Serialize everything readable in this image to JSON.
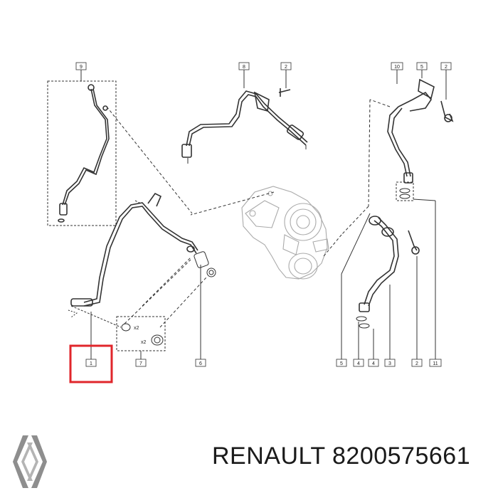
{
  "callouts": [
    {
      "id": "c9",
      "label": "9"
    },
    {
      "id": "c8",
      "label": "8"
    },
    {
      "id": "c2a",
      "label": "2"
    },
    {
      "id": "c10",
      "label": "10"
    },
    {
      "id": "c5a",
      "label": "5"
    },
    {
      "id": "c2b",
      "label": "2"
    },
    {
      "id": "c1",
      "label": "1"
    },
    {
      "id": "c7",
      "label": "7"
    },
    {
      "id": "c6",
      "label": "6"
    },
    {
      "id": "c5b",
      "label": "5"
    },
    {
      "id": "c4a",
      "label": "4"
    },
    {
      "id": "c4b",
      "label": "4"
    },
    {
      "id": "c3",
      "label": "3"
    },
    {
      "id": "c2c",
      "label": "2"
    },
    {
      "id": "c11",
      "label": "11"
    }
  ],
  "quantity_labels": [
    "x2",
    "x2"
  ],
  "highlight_color": "#e0262b",
  "footer": {
    "brand": "RENAULT",
    "part_number": "8200575661"
  },
  "logo_icon": "renault-diamond-logo"
}
